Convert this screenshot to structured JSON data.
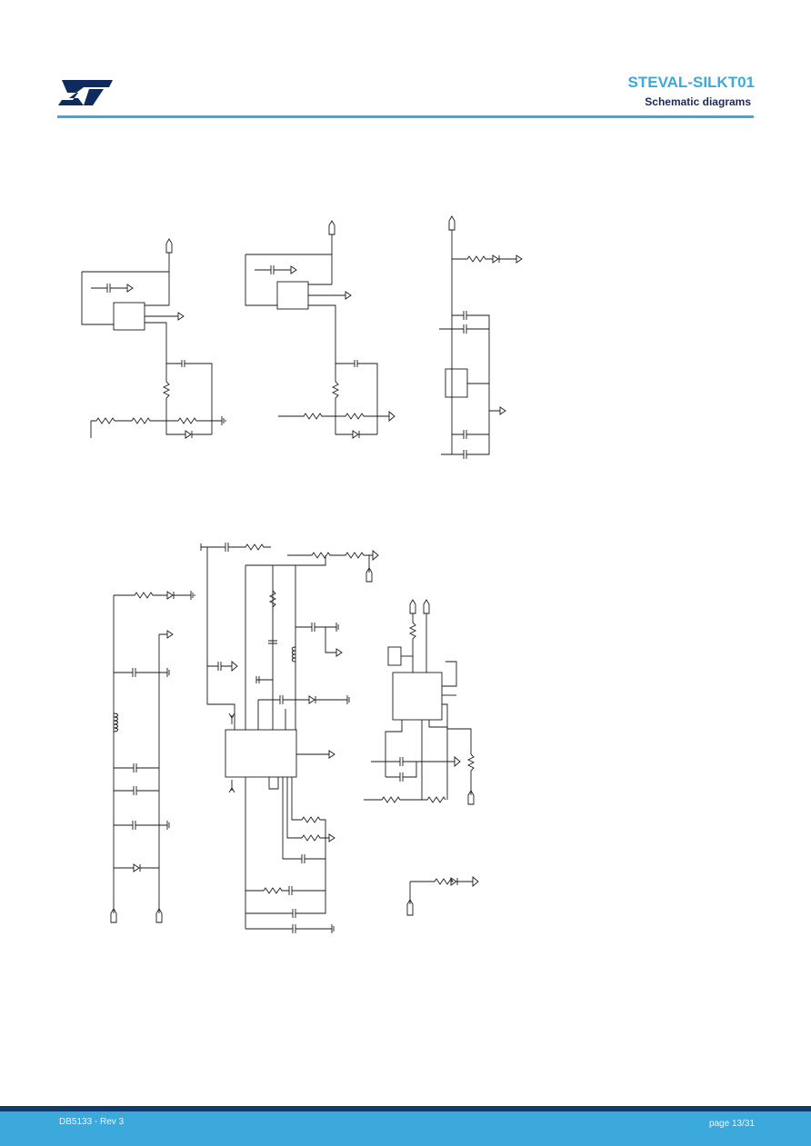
{
  "header": {
    "doc_title": "STEVAL-SILKT01",
    "section": "Schematic diagrams"
  },
  "footer": {
    "doc_ref": "DB5133 - Rev 3",
    "page": "page 13/31"
  },
  "colors": {
    "accent": "#3CA9DC",
    "dark_band": "#0f3a6e",
    "logo": "#0f2a5e",
    "wire": "#1a1a1a"
  },
  "icons": [
    "st-logo"
  ]
}
